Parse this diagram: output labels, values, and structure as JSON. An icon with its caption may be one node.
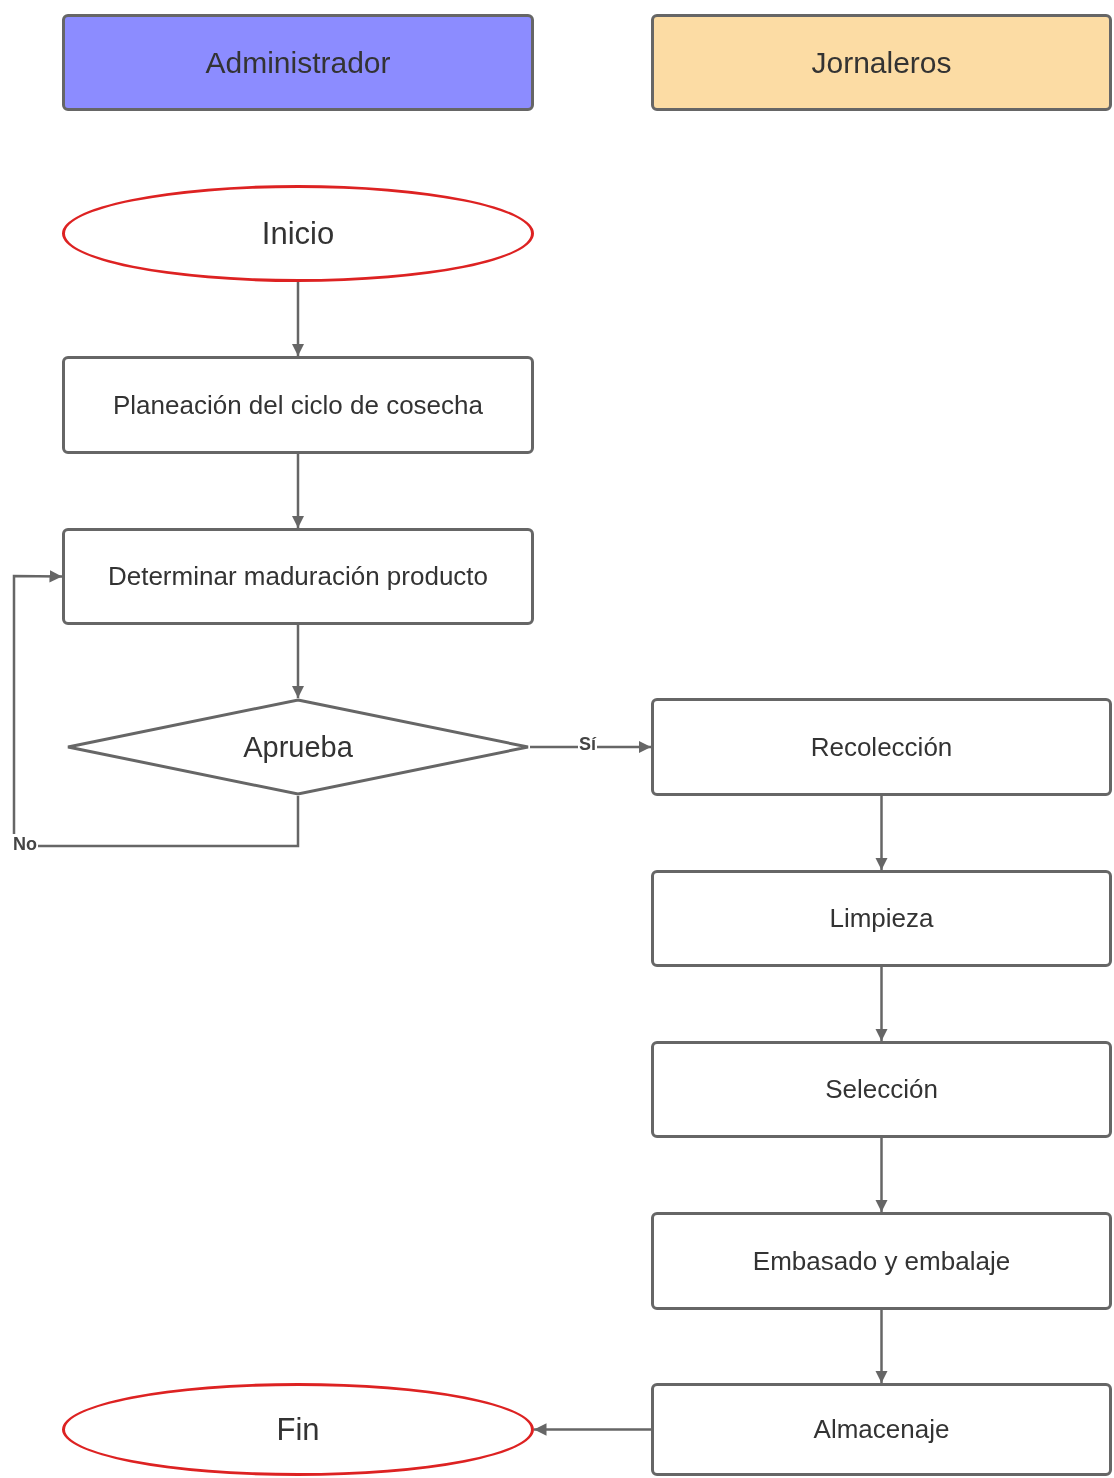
{
  "diagram": {
    "nodes": [
      {
        "text": [
          "Administrador"
        ]
      },
      {
        "text": [
          "Jornaleros"
        ]
      },
      {
        "text": [
          "Inicio"
        ]
      },
      {
        "text": [
          "Planeación del ciclo de cosecha"
        ]
      },
      {
        "text": [
          "Determinar maduración producto"
        ]
      },
      {
        "text": [
          "Aprueba"
        ]
      },
      {
        "text": [
          "Recolección"
        ]
      },
      {
        "text": [
          "Limpieza"
        ]
      },
      {
        "text": [
          "Selección"
        ]
      },
      {
        "text": [
          "Embasado y embalaje"
        ]
      },
      {
        "text": [
          "Almacenaje"
        ]
      },
      {
        "text": [
          "Fin"
        ]
      }
    ],
    "edges": [
      {
        "from": 2,
        "to": 3,
        "arrow": "to"
      },
      {
        "from": 3,
        "to": 4,
        "arrow": "to"
      },
      {
        "from": 4,
        "to": 5,
        "arrow": "to"
      },
      {
        "from": 5,
        "to": 6,
        "arrow": "to",
        "label": "Sí"
      },
      {
        "from": 5,
        "to": 4,
        "arrow": "to",
        "label": "No"
      },
      {
        "from": 6,
        "to": 7,
        "arrow": "to"
      },
      {
        "from": 7,
        "to": 8,
        "arrow": "to"
      },
      {
        "from": 8,
        "to": 9,
        "arrow": "to"
      },
      {
        "from": 9,
        "to": 10,
        "arrow": "to"
      },
      {
        "from": 10,
        "to": 11,
        "arrow": "to"
      }
    ]
  }
}
